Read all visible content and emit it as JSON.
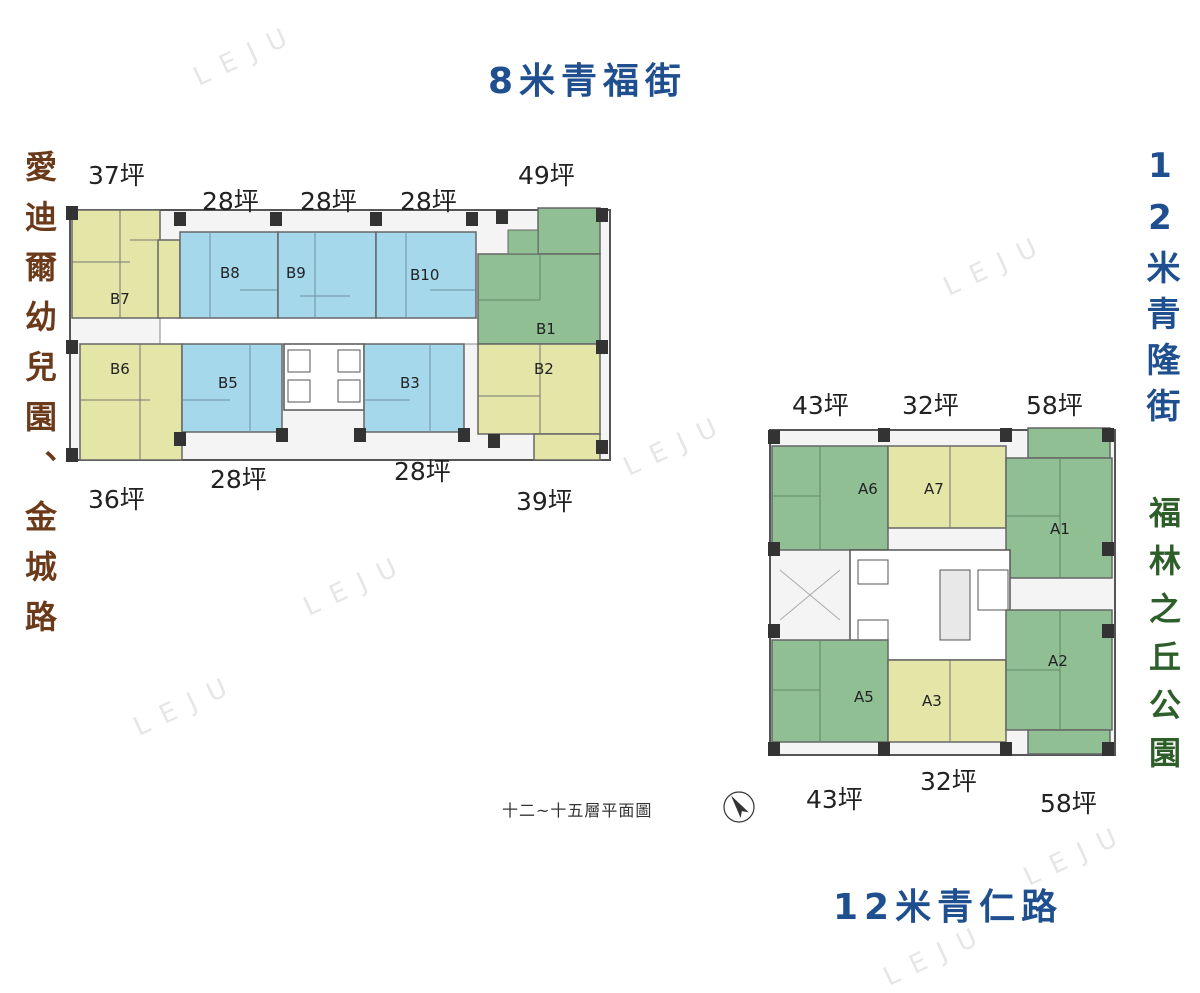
{
  "streets": {
    "top": "8米青福街",
    "bottom": "12米青仁路",
    "right": "12米青隆街",
    "left": "愛迪爾幼兒園、金城路",
    "park": "福林之丘公園"
  },
  "colors": {
    "street_blue": "#1f4f8f",
    "left_brown": "#6b3a1a",
    "park_green": "#2e5e2a",
    "unit_blue": "#a6d8ec",
    "unit_green": "#8fbf93",
    "unit_yellow": "#e3e6a6"
  },
  "building_b": {
    "units": [
      {
        "id": "B7",
        "area": "37坪",
        "color": "yellow"
      },
      {
        "id": "B8",
        "area": "28坪",
        "color": "blue"
      },
      {
        "id": "B9",
        "area": "28坪",
        "color": "blue"
      },
      {
        "id": "B10",
        "area": "28坪",
        "color": "blue"
      },
      {
        "id": "B1",
        "area": "49坪",
        "color": "green"
      },
      {
        "id": "B6",
        "area": "36坪",
        "color": "yellow"
      },
      {
        "id": "B5",
        "area": "28坪",
        "color": "blue"
      },
      {
        "id": "B3",
        "area": "28坪",
        "color": "blue"
      },
      {
        "id": "B2",
        "area": "39坪",
        "color": "yellow"
      }
    ]
  },
  "building_a": {
    "units": [
      {
        "id": "A6",
        "area": "43坪",
        "color": "green"
      },
      {
        "id": "A7",
        "area": "32坪",
        "color": "yellow"
      },
      {
        "id": "A1",
        "area": "58坪",
        "color": "green"
      },
      {
        "id": "A5",
        "area": "43坪",
        "color": "green"
      },
      {
        "id": "A3",
        "area": "32坪",
        "color": "yellow"
      },
      {
        "id": "A2",
        "area": "58坪",
        "color": "green"
      }
    ]
  },
  "caption": "十二~十五層平面圖",
  "watermark": "LEJU"
}
